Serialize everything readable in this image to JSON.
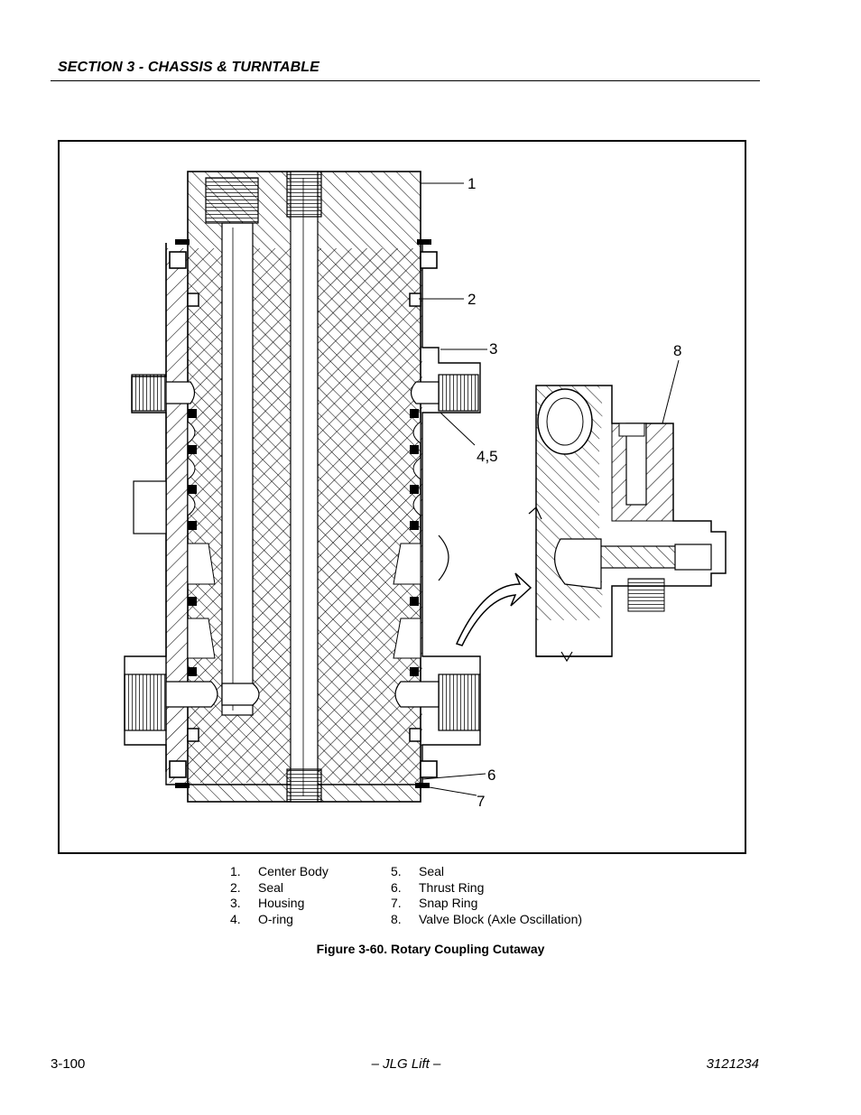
{
  "header": {
    "section_title": "SECTION 3 - CHASSIS & TURNTABLE"
  },
  "figure": {
    "callouts": [
      "1",
      "2",
      "3",
      "4,5",
      "6",
      "7",
      "8"
    ],
    "legend_left": [
      {
        "num": "1.",
        "text": "Center Body"
      },
      {
        "num": "2.",
        "text": "Seal"
      },
      {
        "num": "3.",
        "text": "Housing"
      },
      {
        "num": "4.",
        "text": "O-ring"
      }
    ],
    "legend_right": [
      {
        "num": "5.",
        "text": "Seal"
      },
      {
        "num": "6.",
        "text": "Thrust Ring"
      },
      {
        "num": "7.",
        "text": "Snap Ring"
      },
      {
        "num": "8.",
        "text": "Valve Block (Axle Oscillation)"
      }
    ],
    "caption": "Figure 3-60.  Rotary Coupling Cutaway"
  },
  "footer": {
    "page_number": "3-100",
    "center": "– JLG Lift –",
    "doc_number": "3121234"
  }
}
